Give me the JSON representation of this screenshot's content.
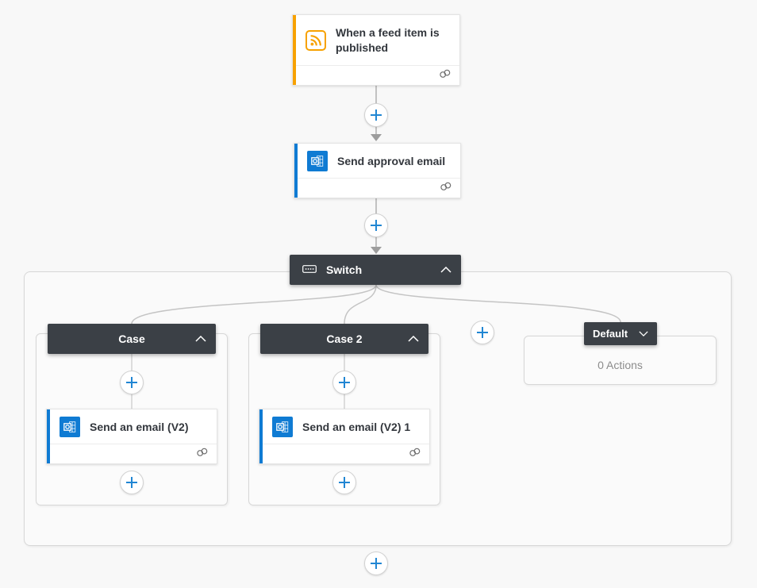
{
  "flow": {
    "trigger": {
      "title": "When a feed item is published",
      "icon": "rss-icon",
      "accent_color": "#f7a100"
    },
    "actions": [
      {
        "title": "Send approval email",
        "icon": "outlook-icon",
        "accent_color": "#0f7bd3"
      }
    ],
    "switch": {
      "label": "Switch",
      "icon": "switch-icon",
      "collapse_state": "expanded",
      "cases": [
        {
          "label": "Case",
          "collapse_state": "expanded",
          "actions": [
            {
              "title": "Send an email (V2)",
              "icon": "outlook-icon",
              "accent_color": "#0f7bd3"
            }
          ]
        },
        {
          "label": "Case 2",
          "collapse_state": "expanded",
          "actions": [
            {
              "title": "Send an email (V2) 1",
              "icon": "outlook-icon",
              "accent_color": "#0f7bd3"
            }
          ]
        }
      ],
      "default": {
        "label": "Default",
        "collapse_state": "collapsed",
        "empty_text": "0 Actions"
      }
    }
  },
  "colors": {
    "canvas_background": "#f8f8f8",
    "scope_header_bg": "#3b4046",
    "trigger_accent": "#f7a100",
    "action_accent": "#0f7bd3",
    "plus_icon_blue": "#2186d3",
    "connector_gray": "#b1b1b1"
  }
}
